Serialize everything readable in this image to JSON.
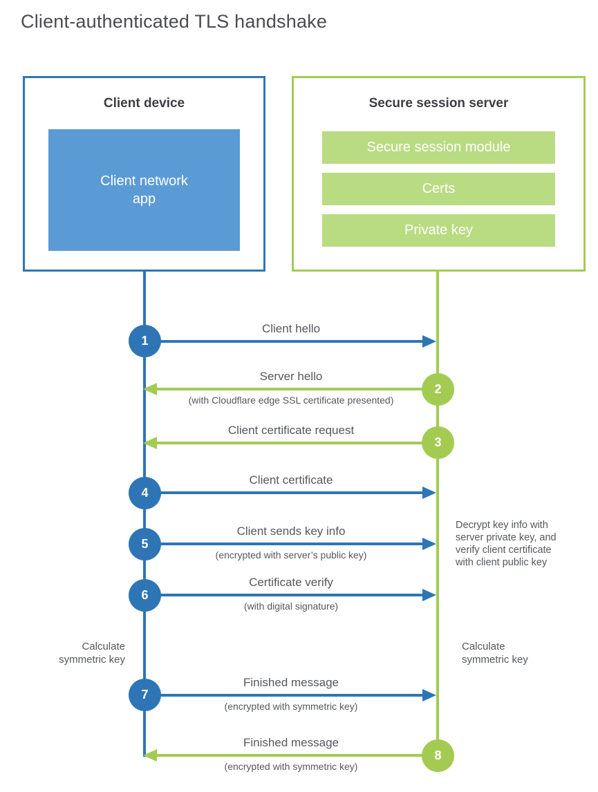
{
  "title": "Client-authenticated TLS handshake",
  "colors": {
    "blue": "#2e75b6",
    "light_blue": "#5b9bd5",
    "green": "#a3cb52",
    "light_green": "#b9db82"
  },
  "client_box": {
    "heading": "Client device",
    "app_label": "Client network app"
  },
  "server_box": {
    "heading": "Secure session server",
    "modules": [
      "Secure session module",
      "Certs",
      "Private key"
    ]
  },
  "steps": [
    {
      "num": "1",
      "from": "client",
      "direction": "right",
      "label": "Client hello",
      "sub": ""
    },
    {
      "num": "2",
      "from": "server",
      "direction": "left",
      "label": "Server hello",
      "sub": "(with Cloudflare edge SSL certificate presented)"
    },
    {
      "num": "3",
      "from": "server",
      "direction": "left",
      "label": "Client certificate request",
      "sub": ""
    },
    {
      "num": "4",
      "from": "client",
      "direction": "right",
      "label": "Client certificate",
      "sub": ""
    },
    {
      "num": "5",
      "from": "client",
      "direction": "right",
      "label": "Client sends key info",
      "sub": "(encrypted with server’s public key)"
    },
    {
      "num": "6",
      "from": "client",
      "direction": "right",
      "label": "Certificate verify",
      "sub": "(with digital signature)"
    },
    {
      "num": "7",
      "from": "client",
      "direction": "right",
      "label": "Finished message",
      "sub": "(encrypted with symmetric key)"
    },
    {
      "num": "8",
      "from": "server",
      "direction": "left",
      "label": "Finished message",
      "sub": "(encrypted with symmetric key)"
    }
  ],
  "annotations": {
    "decrypt_note_lines": [
      "Decrypt key info with",
      "server private key, and",
      "verify client certificate",
      "with client public key"
    ],
    "calculate_left": "Calculate symmetric key",
    "calculate_right": "Calculate symmetric key"
  }
}
